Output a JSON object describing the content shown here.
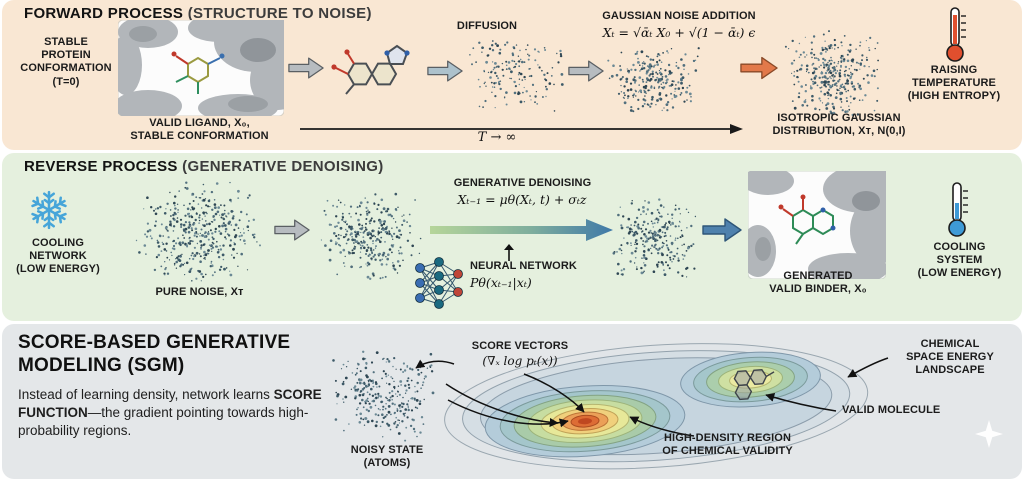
{
  "colors": {
    "forward_bg": "#f9e7d3",
    "reverse_bg": "#e5f0de",
    "sgm_bg": "#e4e7e9",
    "hot": "#e04f2e",
    "cold": "#3e9ad6",
    "arrow_orange": "#e2794a",
    "arrow_blue": "#4f81ad",
    "noise_dot": "#3d5a68"
  },
  "forward": {
    "title": "FORWARD PROCESS",
    "subtitle": " (STRUCTURE TO NOISE)",
    "stable_conformation_label": "STABLE\nPROTEIN\nCONFORMATION\n(T=0)",
    "valid_ligand_caption": "VALID LIGAND, X₀,\nSTABLE CONFORMATION",
    "diffusion_label": "DIFFUSION",
    "gaussian_noise_title": "GAUSSIAN NOISE ADDITION",
    "gaussian_noise_formula": "Xₜ = √ᾱₜ X₀ + √(1 − ᾱₜ) ϵ",
    "time_label": "T → ∞",
    "isotropic_caption": "ISOTROPIC GAUSSIAN\nDISTRIBUTION, Xᴛ, N(0,I)",
    "temperature_label": "RAISING\nTEMPERATURE\n(HIGH ENTROPY)"
  },
  "reverse": {
    "title": "REVERSE PROCESS",
    "subtitle": " (GENERATIVE DENOISING)",
    "cooling_network_label": "COOLING\nNETWORK\n(LOW ENERGY)",
    "pure_noise_caption": "PURE NOISE, Xᴛ",
    "denoising_title": "GENERATIVE DENOISING",
    "denoising_formula": "Xₜ₋₁ = μθ(Xₜ, t) + σₜz",
    "nn_label": "NEURAL NETWORK",
    "nn_formula": "Pθ(xₜ₋₁|xₜ)",
    "generated_caption": "GENERATED\nVALID BINDER, X₀",
    "cooling_system_label": "COOLING\nSYSTEM\n(LOW ENERGY)"
  },
  "sgm": {
    "title": "SCORE-BASED GENERATIVE\nMODELING (SGM)",
    "description_part1": "Instead of learning density, network learns ",
    "description_bold": "SCORE FUNCTION",
    "description_part2": "—the gradient pointing towards high-probability regions.",
    "noisy_state_label": "NOISY STATE\n(ATOMS)",
    "score_vectors_title": "SCORE VECTORS",
    "score_vectors_formula": "(∇ₓ log pₜ(x))",
    "chemical_space_label": "CHEMICAL\nSPACE ENERGY\nLANDSCAPE",
    "valid_molecule_label": "VALID MOLECULE",
    "high_density_label": "HIGH-DENSITY REGION\nOF CHEMICAL VALIDITY"
  }
}
